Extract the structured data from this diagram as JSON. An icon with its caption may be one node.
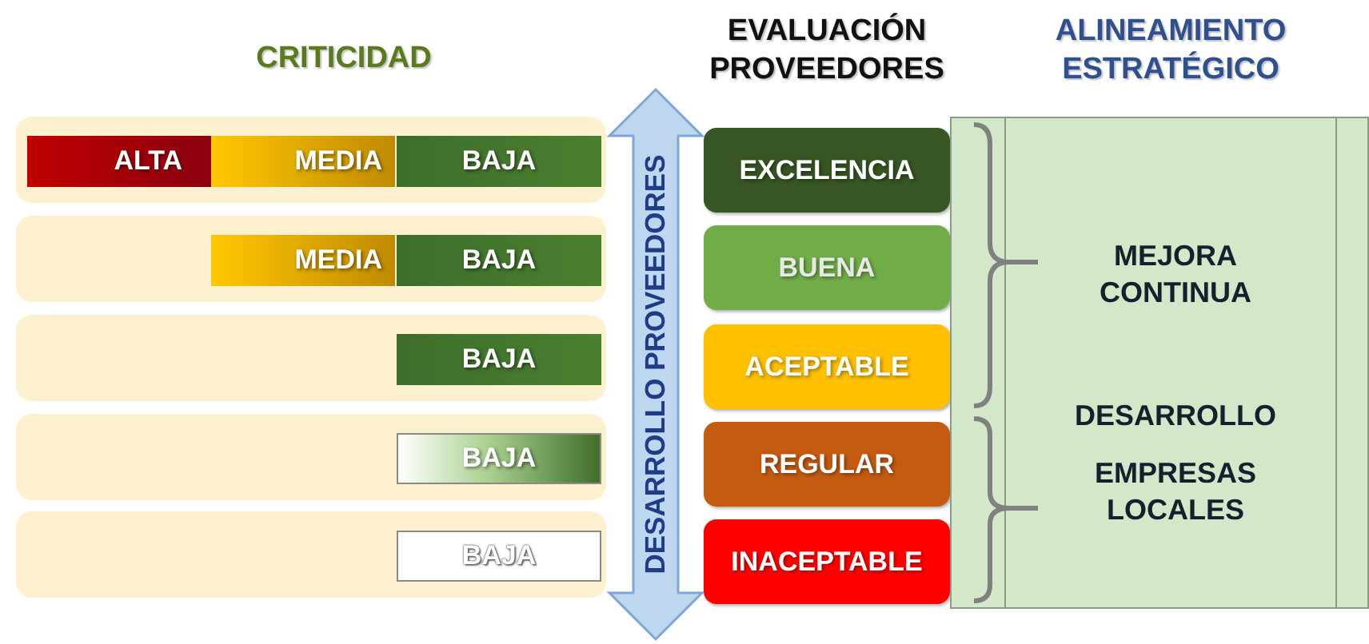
{
  "diagram": {
    "nodes": [
      {
        "text": [],
        "shape": "box"
      },
      {
        "text": [
          "ALTA"
        ],
        "in": 0
      },
      {
        "text": [
          "MEDIA"
        ],
        "in": 0
      },
      {
        "text": [
          "BAJA"
        ],
        "in": 0
      },
      {
        "text": [],
        "shape": "box"
      },
      {
        "text": [
          "MEDIA"
        ],
        "in": 4
      },
      {
        "text": [
          "BAJA"
        ],
        "in": 4
      },
      {
        "text": [],
        "shape": "box"
      },
      {
        "text": [
          "BAJA"
        ],
        "in": 7
      },
      {
        "text": [],
        "shape": "box"
      },
      {
        "text": [
          "BAJA"
        ],
        "in": 9
      },
      {
        "text": [],
        "shape": "box"
      },
      {
        "text": [
          "BAJA"
        ],
        "in": 11
      },
      {
        "text": [
          "DESARROLLO PROVEEDORES"
        ]
      },
      {
        "text": [
          "EXCELENCIA"
        ]
      },
      {
        "text": [
          "BUENA"
        ]
      },
      {
        "text": [
          "ACEPTABLE"
        ]
      },
      {
        "text": [
          "REGULAR"
        ]
      },
      {
        "text": [
          "INACEPTABLE"
        ]
      },
      {
        "text": [
          "MEJORA CONTINUA",
          "DESARROLLO",
          "EMPRESAS LOCALES"
        ]
      }
    ],
    "labels": [
      "CRITICIDAD",
      "EVALUACIÓN PROVEEDORES",
      "ALINEAMIENTO ESTRATÉGICO"
    ]
  }
}
